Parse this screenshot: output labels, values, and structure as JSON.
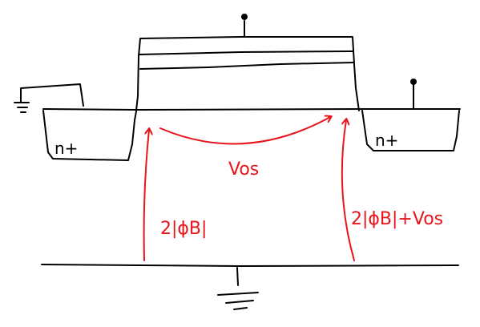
{
  "labels": {
    "source_region": "n+",
    "drain_region": "n+",
    "channel_voltage": "Vos",
    "source_potential": "2|ϕB|",
    "drain_potential": "2|ϕB|+Vos"
  },
  "colors": {
    "sketch": "#000000",
    "annotation": "#e8141c",
    "background": "#ffffff"
  }
}
